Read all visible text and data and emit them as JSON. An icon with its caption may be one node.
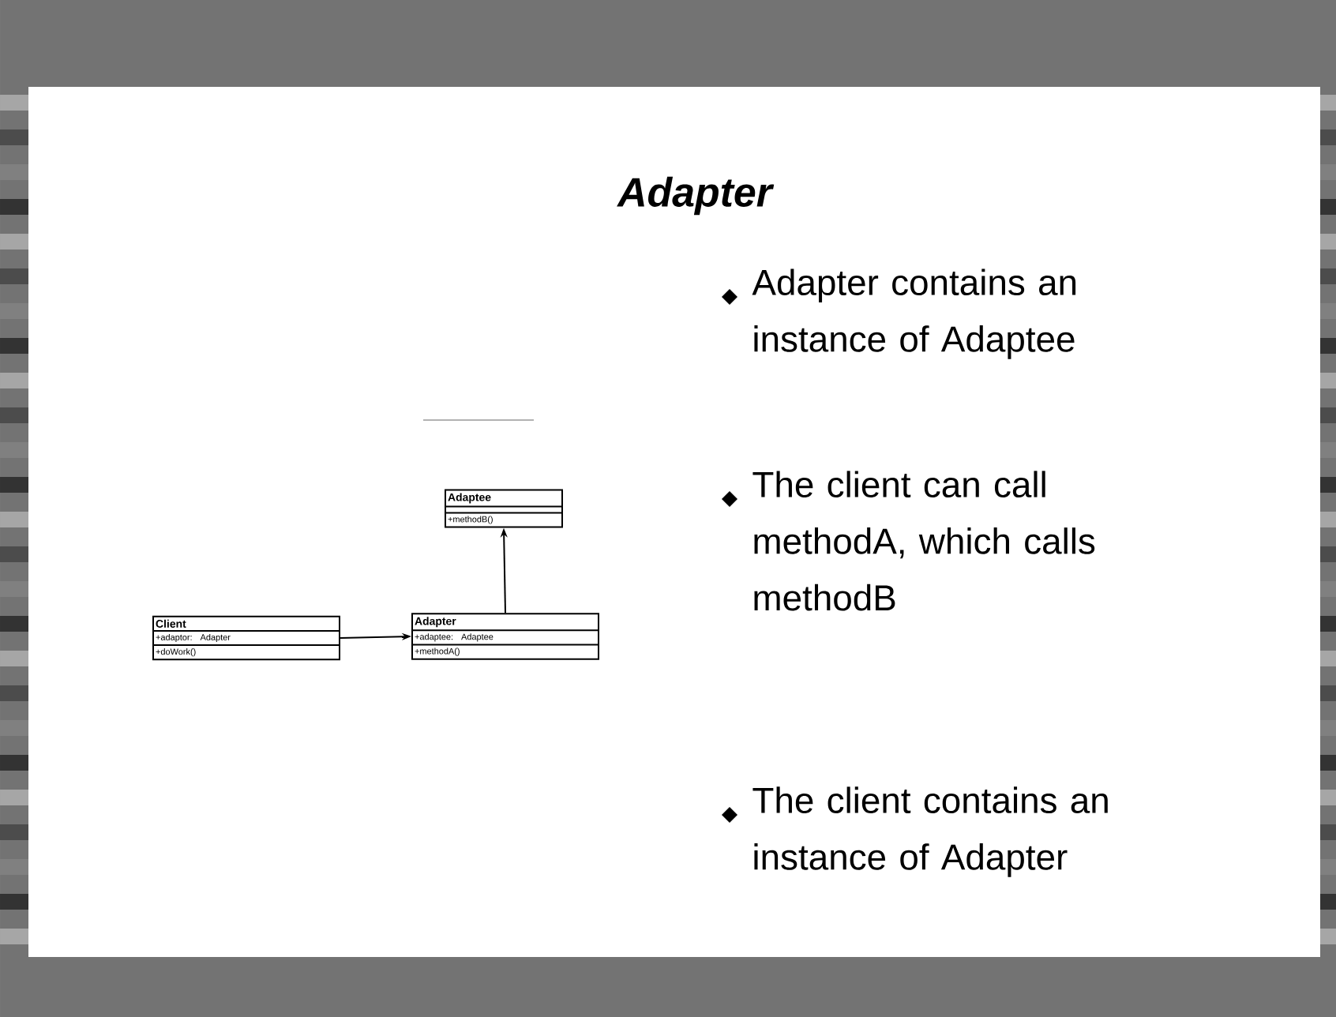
{
  "diagram": {
    "title": "Adapter",
    "nodes": [
      {
        "text": [
          "Client",
          "+adaptor: Adapter",
          "+doWork()"
        ]
      },
      {
        "text": [
          "Adapter",
          "+adaptee: Adaptee",
          "+methodA()"
        ]
      },
      {
        "text": [
          "Adaptee",
          "+methodB()"
        ]
      }
    ],
    "edges": [
      {
        "from": 0,
        "to": 1,
        "arrow": "to"
      },
      {
        "from": 1,
        "to": 2,
        "arrow": "to"
      }
    ],
    "labels": [
      "Adapter contains an instance of Adaptee",
      "The client can call methodA, which calls methodB",
      "The client contains an instance of Adapter"
    ]
  }
}
